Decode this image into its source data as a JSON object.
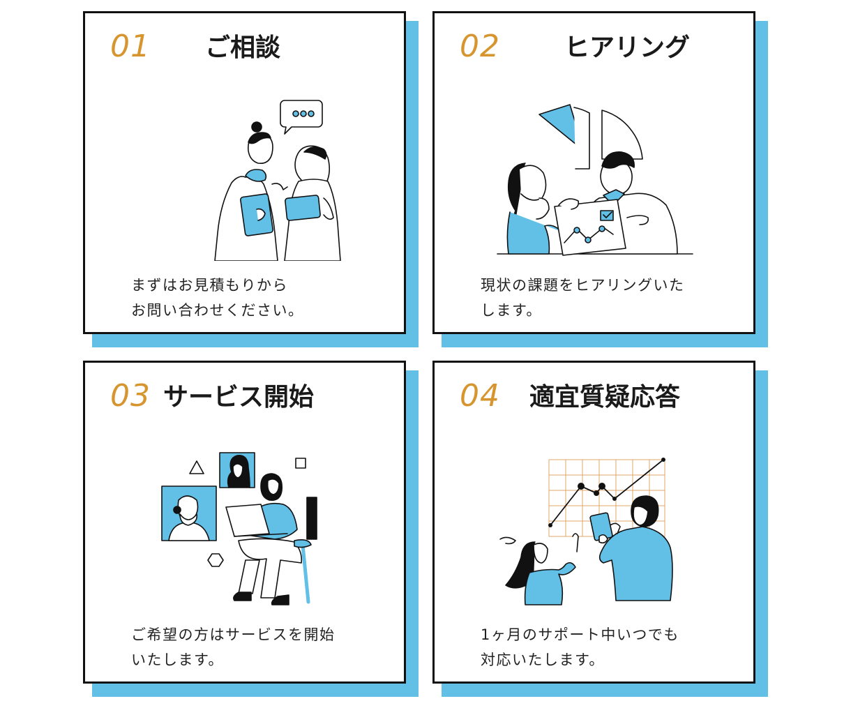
{
  "steps": [
    {
      "number": "01",
      "title": "ご相談",
      "description": [
        "まずはお見積もりから",
        "お問い合わせください。"
      ],
      "illustration": "consultation-illustration"
    },
    {
      "number": "02",
      "title": "ヒアリング",
      "description": [
        "現状の課題をヒアリングいた",
        "します。"
      ],
      "illustration": "hearing-illustration"
    },
    {
      "number": "03",
      "title": "サービス開始",
      "description": [
        "ご希望の方はサービスを開始",
        "いたします。"
      ],
      "illustration": "service-start-illustration"
    },
    {
      "number": "04",
      "title": "適宜質疑応答",
      "description": [
        "1ヶ月のサポート中いつでも",
        "対応いたします。"
      ],
      "illustration": "support-qa-illustration"
    }
  ],
  "colors": {
    "accent_blue": "#62bfe6",
    "number_gold": "#d6952f",
    "border": "#111111",
    "text": "#222222"
  }
}
